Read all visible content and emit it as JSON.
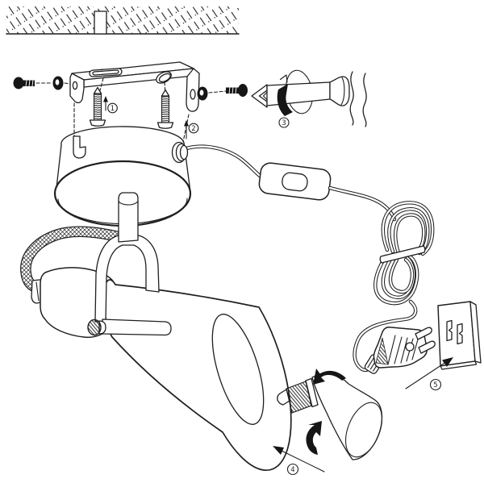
{
  "diagram": {
    "type": "assembly-instruction-diagram",
    "subject": "ceiling-spotlight-mounting-steps",
    "background": "#ffffff",
    "line_color": "#1f1f1f"
  },
  "steps": {
    "step1": "1",
    "step2": "2",
    "step3": "3",
    "step4": "4",
    "step5": "5"
  },
  "parts": [
    "ceiling-with-wall-plug-anchor",
    "mounting-bracket",
    "bracket-mounting-screws",
    "fixing-screws-and-washers",
    "phillips-screwdriver",
    "ceiling-canopy",
    "power-cord",
    "inline-rocker-switch",
    "coiled-power-cord",
    "two-pin-euro-plug",
    "wall-socket",
    "flexible-braided-arm",
    "lamp-holder-with-yoke",
    "adjustment-thumbscrew",
    "cone-lampshade",
    "reflector-spot-bulb"
  ]
}
